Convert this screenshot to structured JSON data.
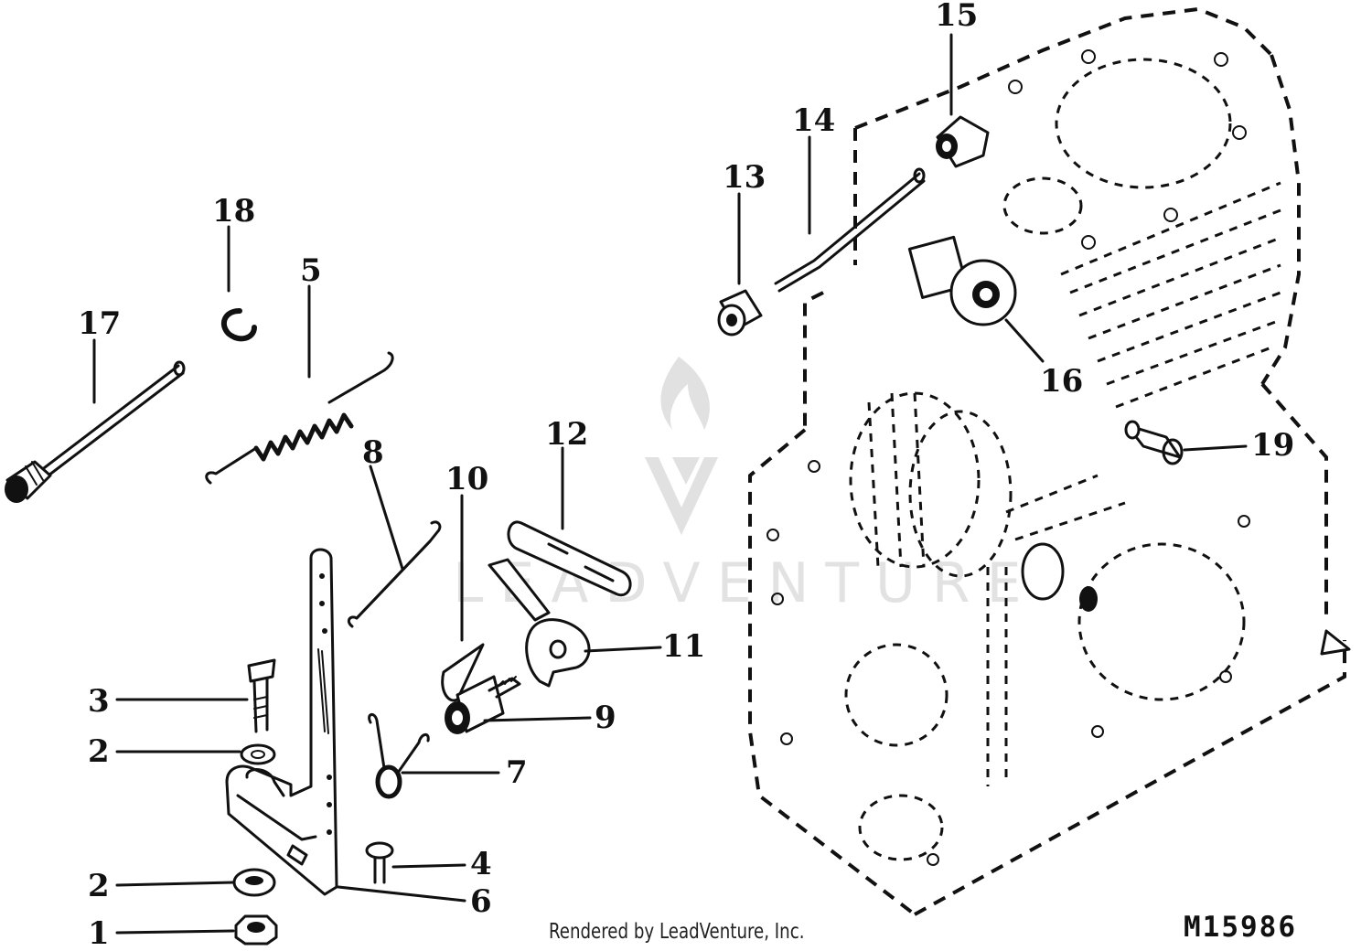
{
  "callouts": {
    "c1": "1",
    "c2a": "2",
    "c2b": "2",
    "c3": "3",
    "c4": "4",
    "c5": "5",
    "c6": "6",
    "c7": "7",
    "c8": "8",
    "c9": "9",
    "c10": "10",
    "c11": "11",
    "c12": "12",
    "c13": "13",
    "c14": "14",
    "c15": "15",
    "c16": "16",
    "c17": "17",
    "c18": "18",
    "c19": "19"
  },
  "watermark": {
    "text": "LEADVENTURE"
  },
  "footer": {
    "credit": "Rendered by LeadVenture, Inc.",
    "figure_id": "M15986"
  }
}
